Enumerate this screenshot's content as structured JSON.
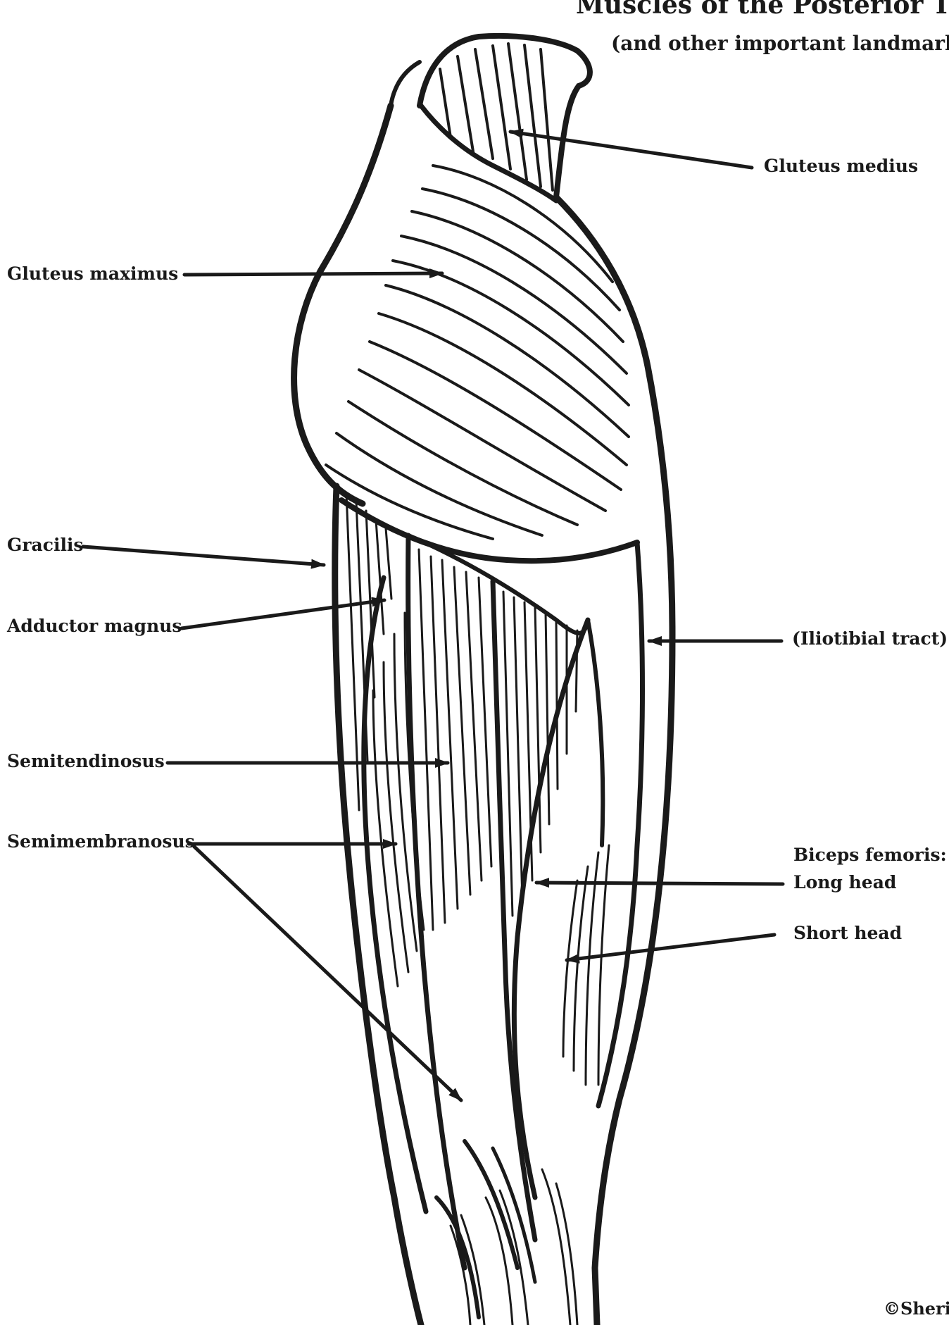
{
  "header": {
    "title": "Muscles of the Posterior Th",
    "subtitle": "(and other important landmark"
  },
  "labels": {
    "gluteus_medius": "Gluteus medius",
    "gluteus_maximus": "Gluteus maximus",
    "gracilis": "Gracilis",
    "adductor_magnus": "Adductor magnus",
    "iliotibial_tract": "(Iliotibial tract)",
    "semitendinosus": "Semitendinosus",
    "semimembranosus": "Semimembranosus",
    "biceps_femoris": "Biceps femoris:",
    "long_head": "Long head",
    "short_head": "Short head"
  },
  "footer": {
    "copyright": "©Sheri"
  },
  "colors": {
    "ink": "#1a1a1a",
    "background": "#ffffff"
  }
}
